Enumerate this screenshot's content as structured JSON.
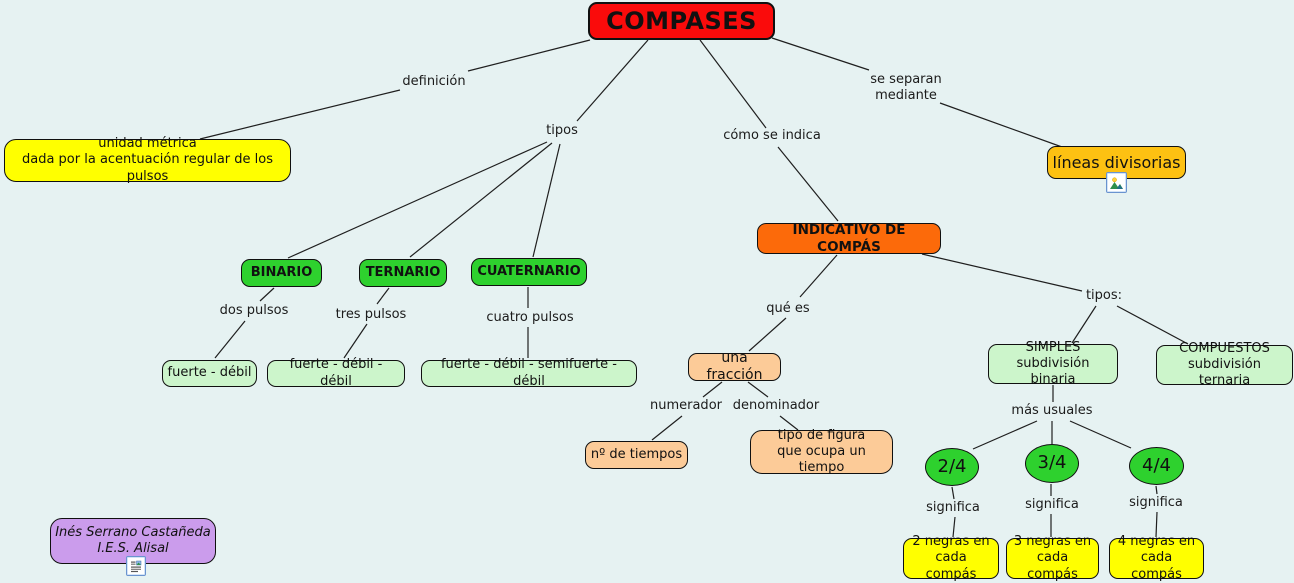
{
  "app": {
    "type": "concept-map",
    "topic": "COMPASES"
  },
  "colors": {
    "background": "#e6f2f2",
    "root": "#fa0b0b",
    "yellow": "#ffff00",
    "amber": "#fdc112",
    "orange": "#fc6a0a",
    "green": "#2ed12e",
    "light_green": "#ccf5cb",
    "peach": "#fccb98",
    "purple": "#cb9cec",
    "line": "#1f1f1f"
  },
  "nodes": {
    "compases": "COMPASES",
    "unidad_metrica": "unidad métrica\ndada por la acentuación regular de los pulsos",
    "lineas_divisorias": "líneas divisorias",
    "indicativo": "INDICATIVO DE COMPÁS",
    "binario": "BINARIO",
    "ternario": "TERNARIO",
    "cuaternario": "CUATERNARIO",
    "fuerte_debil": "fuerte - débil",
    "fuerte_debil_debil": "fuerte - débil - débil",
    "fuerte_debil_semifuerte_debil": "fuerte - débil - semifuerte - débil",
    "una_fraccion": "una fracción",
    "n_de_tiempos": "nº de tiempos",
    "tipo_de_figura": "tipo de figura\nque ocupa un tiempo",
    "simples": "SIMPLES\nsubdivisión binaria",
    "compuestos": "COMPUESTOS\nsubdivisión ternaria",
    "compas_2_4": "2/4",
    "compas_3_4": "3/4",
    "compas_4_4": "4/4",
    "negras_2": "2 negras en\ncada compás",
    "negras_3": "3 negras en\ncada compás",
    "negras_4": "4 negras en\ncada compás",
    "author": "Inés Serrano Castañeda\nI.E.S. Alisal"
  },
  "labels": {
    "definicion": "definición",
    "tipos": "tipos",
    "como_se_indica": "cómo se indica",
    "se_separan_mediante": "se separan\nmediante",
    "dos_pulsos": "dos pulsos",
    "tres_pulsos": "tres pulsos",
    "cuatro_pulsos": "cuatro pulsos",
    "que_es": "qué es",
    "numerador": "numerador",
    "denominador": "denominador",
    "tipos_colon": "tipos:",
    "mas_usuales": "más usuales",
    "significa": "significa"
  },
  "icons": {
    "image_resource": "image-icon",
    "document_resource": "document-icon"
  }
}
